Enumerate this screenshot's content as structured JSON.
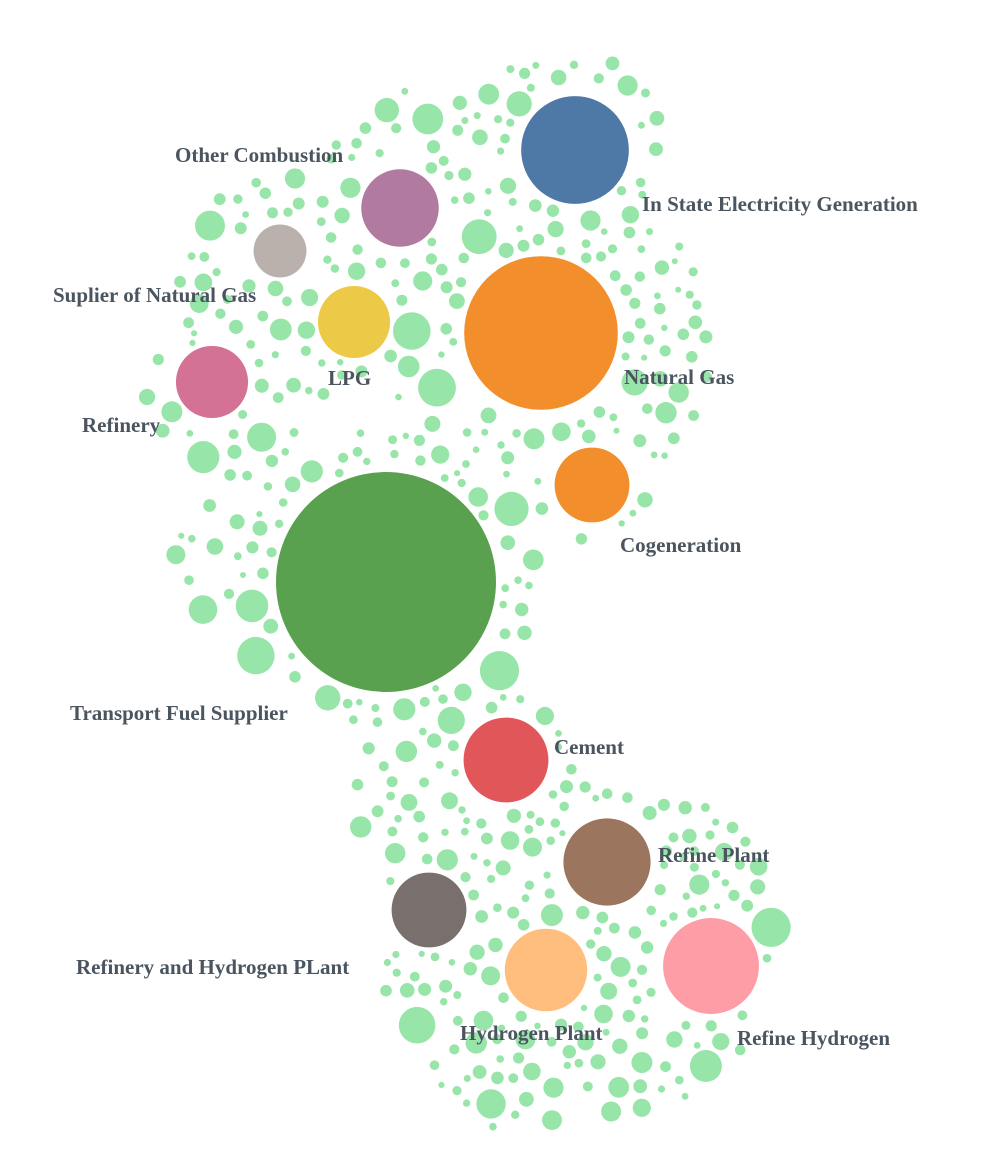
{
  "chart_data": {
    "type": "bubble",
    "title": "",
    "bubbles": [
      {
        "label": "Transport Fuel Supplier",
        "value": 121,
        "color": "#59a14f"
      },
      {
        "label": "Natural Gas",
        "value": 59,
        "color": "#f28e2b"
      },
      {
        "label": "In State Electricity Generation",
        "value": 29,
        "color": "#4e79a7"
      },
      {
        "label": "Refine Hydrogen",
        "value": 23,
        "color": "#ff9da7"
      },
      {
        "label": "Refine Plant",
        "value": 19,
        "color": "#9c755f"
      },
      {
        "label": "Cement",
        "value": 18,
        "color": "#e15759"
      },
      {
        "label": "Hydrogen Plant",
        "value": 17,
        "color": "#ffbe7d"
      },
      {
        "label": "Other Combustion",
        "value": 15,
        "color": "#b07aa1"
      },
      {
        "label": "Cogeneration",
        "value": 14,
        "color": "#f28e2b"
      },
      {
        "label": "Refinery and Hydrogen PLant",
        "value": 14,
        "color": "#79706e"
      },
      {
        "label": "LPG",
        "value": 13,
        "color": "#edc948"
      },
      {
        "label": "Refinery",
        "value": 13,
        "color": "#d37295"
      },
      {
        "label": "Suplier of Natural Gas",
        "value": 7,
        "color": "#bab0ac"
      }
    ],
    "other_color": "#98e5a9"
  }
}
